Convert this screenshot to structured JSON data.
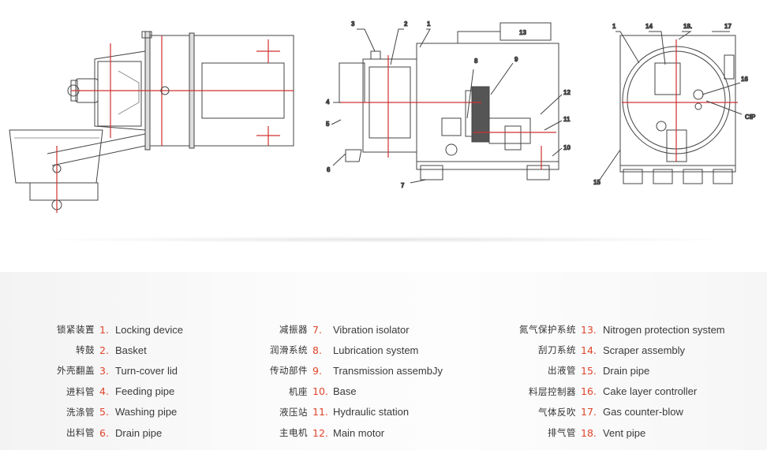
{
  "callouts": {
    "n1": "1",
    "n2": "2",
    "n3": "3",
    "n4": "4",
    "n5": "5",
    "n6": "6",
    "n7": "7",
    "n8": "8",
    "n9": "9",
    "n10": "10",
    "n11": "11",
    "n12": "12",
    "n13": "13",
    "n14": "14",
    "n15": "15",
    "n16": "16",
    "n17": "17",
    "n18": "18.",
    "cip": "CIP"
  },
  "legend": {
    "col1": [
      {
        "zh": "锁紧装置",
        "num": "1.",
        "en": "Locking device"
      },
      {
        "zh": "转鼓",
        "num": "2.",
        "en": "Basket"
      },
      {
        "zh": "外壳翻盖",
        "num": "3.",
        "en": "Turn-cover lid"
      },
      {
        "zh": "进料管",
        "num": "4.",
        "en": "Feeding pipe"
      },
      {
        "zh": "洗涤管",
        "num": "5.",
        "en": "Washing pipe"
      },
      {
        "zh": "出料管",
        "num": "6.",
        "en": "Drain pipe"
      }
    ],
    "col2": [
      {
        "zh": "减振器",
        "num": "7.",
        "en": "Vibration isolator"
      },
      {
        "zh": "润滑系统",
        "num": "8.",
        "en": "Lubrication system"
      },
      {
        "zh": "传动部件",
        "num": "9.",
        "en": "Transmission assembJy"
      },
      {
        "zh": "机座",
        "num": "10.",
        "en": "Base"
      },
      {
        "zh": "液压站",
        "num": "11.",
        "en": "Hydraulic station"
      },
      {
        "zh": "主电机",
        "num": "12.",
        "en": "Main motor"
      }
    ],
    "col3": [
      {
        "zh": "氮气保护系统",
        "num": "13.",
        "en": "Nitrogen protection system"
      },
      {
        "zh": "刮刀系统",
        "num": "14.",
        "en": "Scraper assembly"
      },
      {
        "zh": "出液管",
        "num": "15.",
        "en": "Drain pipe"
      },
      {
        "zh": "料层控制器",
        "num": "16.",
        "en": "Cake layer controller"
      },
      {
        "zh": "气体反吹",
        "num": "17.",
        "en": "Gas counter-blow"
      },
      {
        "zh": "排气管",
        "num": "18.",
        "en": "Vent pipe"
      }
    ]
  }
}
